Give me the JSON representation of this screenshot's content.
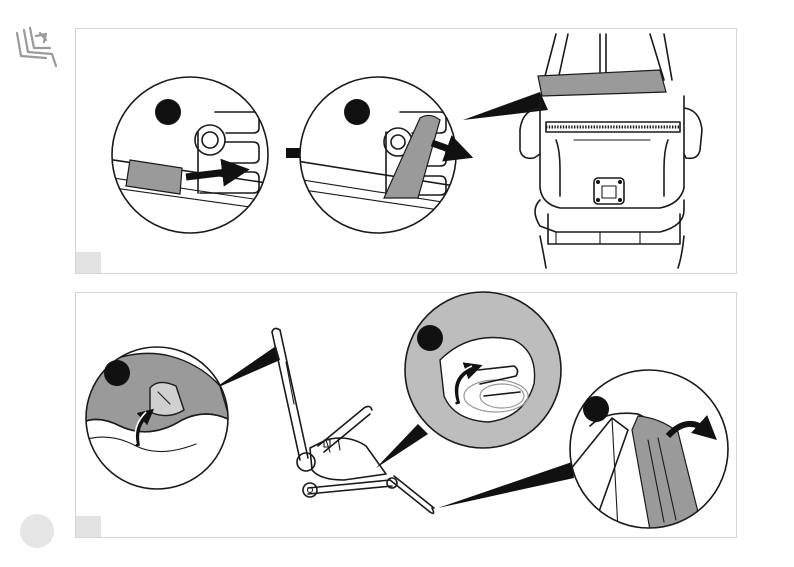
{
  "colors": {
    "panel_border": "#d6d6d6",
    "step_tab": "#e3e3e3",
    "strap_gray": "#9a9a9a",
    "disc_gray": "#bdbdbd",
    "corner_badge": "#e6e6e6",
    "marker_black": "#111111",
    "line": "#1a1a1a"
  },
  "icons": {
    "header": "reclining-seat-icon"
  },
  "panels": [
    {
      "id": "top",
      "callouts": [
        "strap-slide-into-buckle",
        "strap-pull-out",
        "seat-back-overview"
      ]
    },
    {
      "id": "bottom",
      "callouts": [
        "frame-hinge-detail",
        "rotate-knob-detail",
        "fabric-fold-detail"
      ]
    }
  ]
}
